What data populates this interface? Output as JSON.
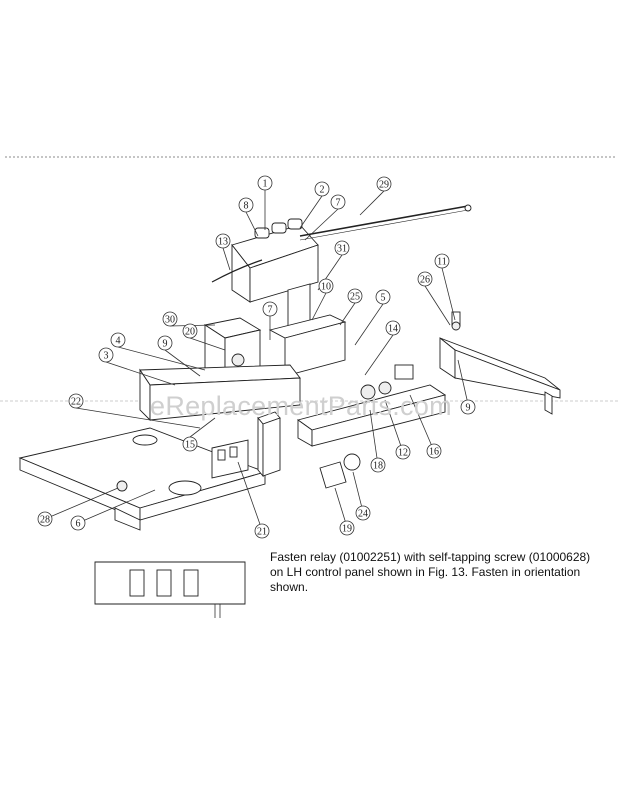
{
  "callouts": [
    "1",
    "2",
    "29",
    "8",
    "7",
    "13",
    "31",
    "10",
    "25",
    "5",
    "11",
    "26",
    "30",
    "20",
    "4",
    "9",
    "3",
    "14",
    "22",
    "15",
    "18",
    "12",
    "16",
    "21",
    "28",
    "6",
    "19",
    "24"
  ],
  "callout_9b": "9",
  "callout_7b": "7",
  "watermark": "eReplacementParts.com",
  "note": {
    "line1": "Fasten relay (01002251) with self-tapping screw (01000628)",
    "line2": "on LH control panel shown in Fig. 13. Fasten in orientation",
    "line3": "shown."
  }
}
